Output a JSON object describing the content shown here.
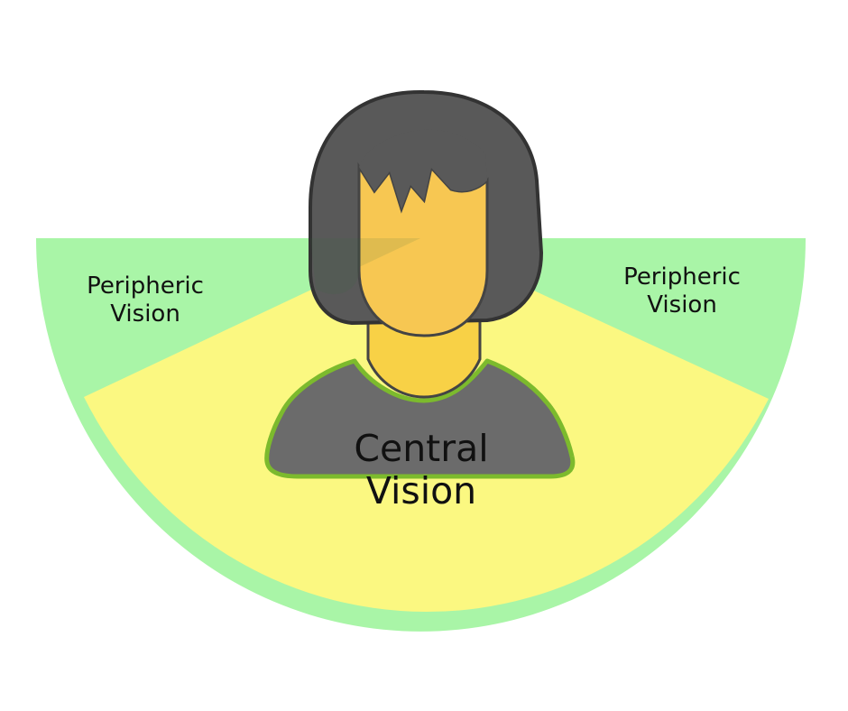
{
  "labels": {
    "left_line1": "Peripheric",
    "left_line2": "Vision",
    "right_line1": "Peripheric",
    "right_line2": "Vision",
    "central_line1": "Central",
    "central_line2": "Vision"
  },
  "colors": {
    "peripheral_zone": "#a9f5a7",
    "central_zone": "#fbf881",
    "hair": "#595959",
    "skin": "#f7c752",
    "shirt": "#6b6b6b",
    "outline": "#7cba2d",
    "text": "#111111"
  }
}
